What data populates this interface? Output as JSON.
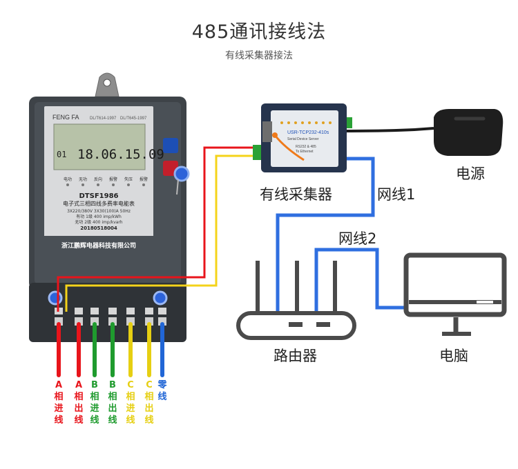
{
  "title": "485通讯接线法",
  "subtitle": "有线采集器接法",
  "meter": {
    "brand": "FENG FA",
    "std1": "DL/T614-1997",
    "std2": "DL/T645-1997",
    "display": "18.06.15.09",
    "display_prefix": "01",
    "model": "DTSF1986",
    "name": "电子式三相四线多费率电能表",
    "spec1": "3X220/380V  3X30(100)A  50Hz",
    "spec2a": "有功 1级   400 imp/kWh",
    "spec2b": "无功 2级   400 imp/kvarh",
    "serial": "20180518004",
    "maker": "浙江鹏辉电器科技有限公司",
    "indicators": [
      "电功",
      "无功",
      "反向",
      "报警",
      "失压",
      "报警"
    ]
  },
  "collector": {
    "label": "有线采集器",
    "model": "USR-TCP232-410s",
    "sub1": "Serial Device Server",
    "sub2": "RS232 & 485",
    "sub3": "To Ethernet"
  },
  "power": {
    "label": "电源"
  },
  "router": {
    "label": "路由器"
  },
  "computer": {
    "label": "电脑"
  },
  "cables": {
    "net1": "网线1",
    "net2": "网线2"
  },
  "terminals": [
    {
      "text": "A相进线",
      "color": "#e8141b"
    },
    {
      "text": "A相出线",
      "color": "#e8141b"
    },
    {
      "text": "B相进线",
      "color": "#1f9b2e"
    },
    {
      "text": "B相出线",
      "color": "#1f9b2e"
    },
    {
      "text": "C相进线",
      "color": "#e6cf12"
    },
    {
      "text": "C相出线",
      "color": "#e6cf12"
    },
    {
      "text": "零线",
      "color": "#2166d6"
    }
  ],
  "colors": {
    "red": "#e8141b",
    "yellow": "#f4d31a",
    "blue": "#2f6fe0",
    "gray": "#4a4a4a"
  }
}
